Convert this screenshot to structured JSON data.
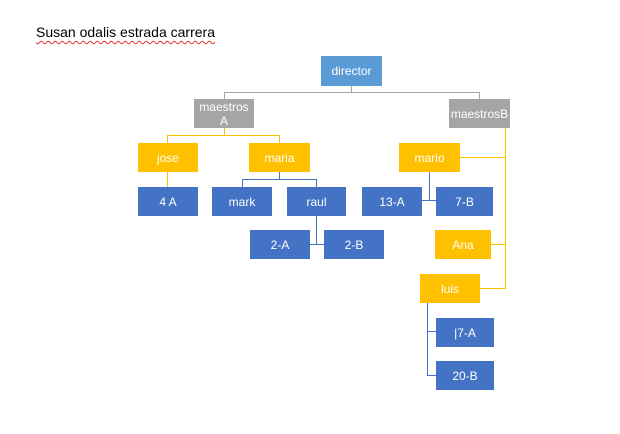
{
  "document": {
    "title": "Susan odalis estrada carrera"
  },
  "colors": {
    "director": "#5b9bd5",
    "maestros": "#a5a5a5",
    "mid_level": "#ffc000",
    "leaf_level": "#4472c4",
    "text_on_nodes": "#ffffff"
  },
  "org_chart": {
    "director": "director",
    "maestros_a": {
      "label": "maestros A",
      "jose": {
        "label": "jose",
        "children": [
          "4 A"
        ]
      },
      "maria": {
        "label": "maria",
        "mark": "mark",
        "raul": {
          "label": "raul",
          "children": [
            "2-A",
            "2-B"
          ]
        }
      }
    },
    "maestros_b": {
      "label": "maestrosB",
      "mario": {
        "label": "mario",
        "children": [
          "13-A",
          "7-B"
        ]
      },
      "ana": "Ana",
      "luis": {
        "label": "luis",
        "children": [
          "|7-A",
          "20-B"
        ]
      }
    }
  }
}
